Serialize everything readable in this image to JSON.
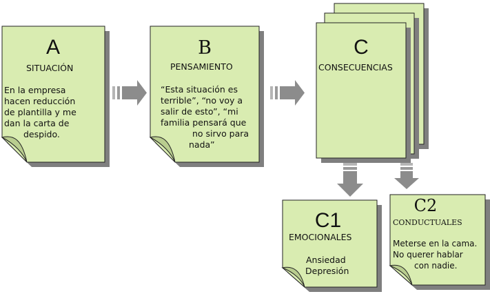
{
  "colors": {
    "note_fill": "#d9ecb1",
    "note_border": "#222222",
    "shadow": "#7f7f7f",
    "arrow": "#8c8c8c"
  },
  "nodes": {
    "a": {
      "letter": "A",
      "label": "SITUACIÓN",
      "text": [
        "En la empresa",
        "hacen reducción",
        "de plantilla  y me",
        "dan la carta de",
        "despido."
      ]
    },
    "b": {
      "letter": "B",
      "label": "PENSAMIENTO",
      "text": [
        "“Esta situación  es",
        "terrible”, “no voy a",
        "salir de esto”, “mi",
        "familia pensará que",
        "no sirvo para",
        "nada”"
      ]
    },
    "c": {
      "letter": "C",
      "label": "CONSECUENCIAS"
    },
    "c1": {
      "letter": "C1",
      "label": "EMOCIONALES",
      "text": [
        "Ansiedad",
        "Depresión"
      ]
    },
    "c2": {
      "letter": "C2",
      "label": "CONDUCTUALES",
      "text": [
        "Meterse en la cama.",
        "No querer hablar",
        "con nadie."
      ]
    }
  },
  "edges": [
    {
      "from": "a",
      "to": "b"
    },
    {
      "from": "b",
      "to": "c"
    },
    {
      "from": "c",
      "to": "c1"
    },
    {
      "from": "c",
      "to": "c2"
    }
  ]
}
